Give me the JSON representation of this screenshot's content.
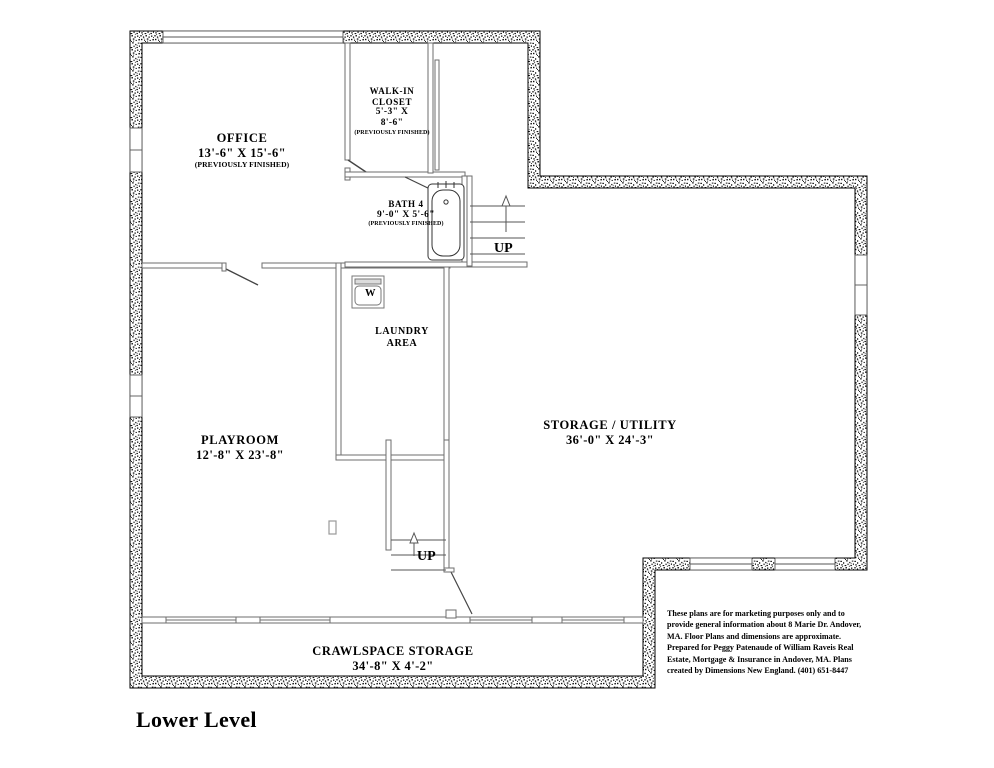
{
  "document": {
    "type": "floor-plan",
    "level_title": "Lower Level",
    "property_address": "8 Marie Dr. Andover, MA"
  },
  "rooms": [
    {
      "key": "office",
      "name": "OFFICE",
      "dimensions": "13'-6\" X 15'-6\"",
      "note": "(PREVIOUSLY FINISHED)"
    },
    {
      "key": "walk_in_closet",
      "name_line1": "WALK-IN",
      "name_line2": "CLOSET",
      "dims_line1": "5'-3\" X",
      "dims_line2": "8'-6\"",
      "note": "(PREVIOUSLY FINISHED)"
    },
    {
      "key": "bath_4",
      "name": "BATH 4",
      "dimensions": "9'-0\" X 5'-6\"",
      "note": "(PREVIOUSLY FINISHED)"
    },
    {
      "key": "laundry_area",
      "name_line1": "LAUNDRY",
      "name_line2": "AREA"
    },
    {
      "key": "playroom",
      "name": "PLAYROOM",
      "dimensions": "12'-8\" X 23'-8\""
    },
    {
      "key": "storage_utility",
      "name": "STORAGE / UTILITY",
      "dimensions": "36'-0\" X 24'-3\""
    },
    {
      "key": "crawlspace_storage",
      "name": "CRAWLSPACE STORAGE",
      "dimensions": "34'-8\" X 4'-2\""
    }
  ],
  "annotations": {
    "stair_up_bath": "UP",
    "stair_up_playroom": "UP",
    "washer": "W"
  },
  "disclaimer": {
    "text": "These plans are for marketing purposes only and to provide general information about 8 Marie Dr. Andover, MA.  Floor Plans and dimensions are approximate.  Prepared for Peggy Patenaude of William Raveis Real Estate, Mortgage & Insurance in Andover, MA.  Plans created by Dimensions New England.  (401) 651-8447"
  },
  "colors": {
    "background": "#ffffff",
    "ink": "#000000",
    "wall_fill": "#1a1a1a",
    "thin_line": "#888888"
  }
}
